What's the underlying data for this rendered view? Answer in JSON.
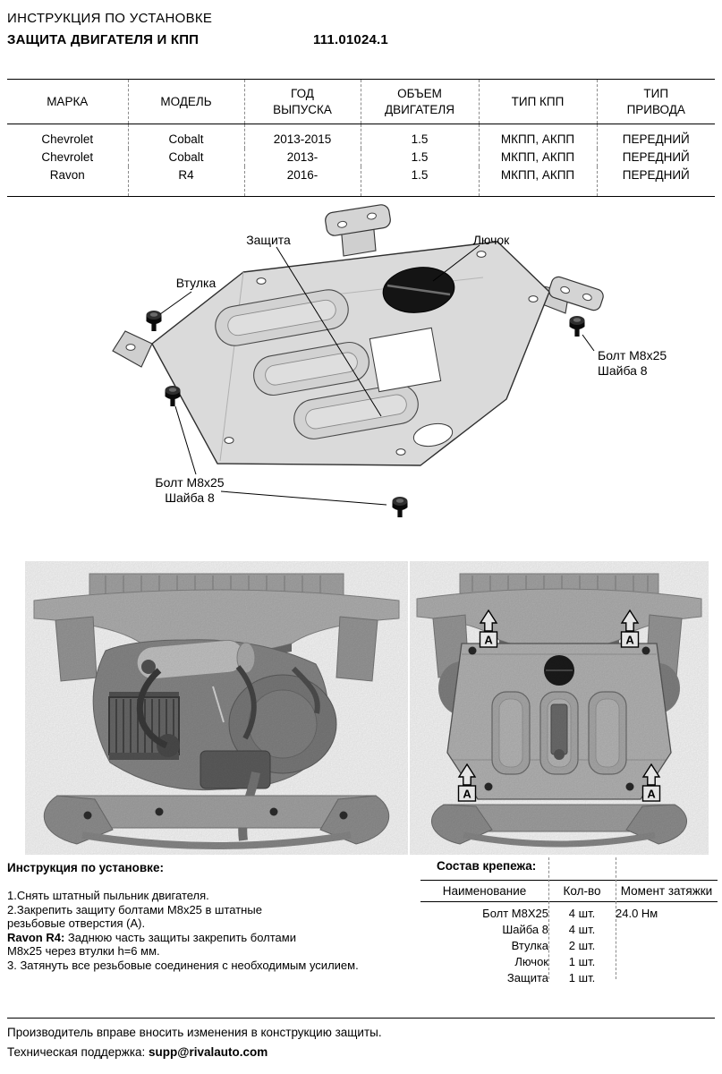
{
  "header": {
    "line1": "ИНСТРУКЦИЯ ПО УСТАНОВКЕ",
    "line2": "ЗАЩИТА ДВИГАТЕЛЯ И КПП",
    "part_number": "111.01024.1"
  },
  "fitment_table": {
    "headers": [
      "МАРКА",
      "МОДЕЛЬ",
      "ГОД\nВЫПУСКА",
      "ОБЪЕМ\nДВИГАТЕЛЯ",
      "ТИП КПП",
      "ТИП\nПРИВОДА"
    ],
    "rows": [
      [
        "Chevrolet",
        "Cobalt",
        "2013-2015",
        "1.5",
        "МКПП, АКПП",
        "ПЕРЕДНИЙ"
      ],
      [
        "Chevrolet",
        "Cobalt",
        "2013-",
        "1.5",
        "МКПП, АКПП",
        "ПЕРЕДНИЙ"
      ],
      [
        "Ravon",
        "R4",
        "2016-",
        "1.5",
        "МКПП, АКПП",
        "ПЕРЕДНИЙ"
      ]
    ]
  },
  "diagram": {
    "label_plate": "Защита",
    "label_hatch": "Лючок",
    "label_bushing": "Втулка",
    "bolt_right": {
      "line1": "Болт М8х25",
      "line2": "Шайба 8"
    },
    "bolt_bottom": {
      "line1": "Болт М8х25",
      "line2": "Шайба 8"
    }
  },
  "photos": {
    "marker_letter": "A"
  },
  "instructions": {
    "title": "Инструкция по установке:",
    "lines": [
      {
        "bold": "",
        "text": "1.Снять штатный пыльник двигателя."
      },
      {
        "bold": "",
        "text": "2.Закрепить защиту болтами М8х25 в штатные"
      },
      {
        "bold": "",
        "text": "резьбовые отверстия (А)."
      },
      {
        "bold": "Ravon R4:",
        "text": " Заднюю часть защиты закрепить болтами"
      },
      {
        "bold": "",
        "text": "М8х25 через втулки h=6 мм."
      },
      {
        "bold": "",
        "text": "3. Затянуть все резьбовые соединения с необходимым усилием."
      }
    ]
  },
  "hardware": {
    "title": "Состав крепежа:",
    "headers": [
      "Наименование",
      "Кол-во",
      "Момент затяжки"
    ],
    "rows": [
      {
        "name": "Болт М8Х25",
        "qty": "4 шт.",
        "torque": "24.0 Нм"
      },
      {
        "name": "Шайба 8",
        "qty": "4 шт.",
        "torque": ""
      },
      {
        "name": "Втулка",
        "qty": "2 шт.",
        "torque": ""
      },
      {
        "name": "Лючок",
        "qty": "1 шт.",
        "torque": ""
      },
      {
        "name": "Защита",
        "qty": "1 шт.",
        "torque": ""
      }
    ]
  },
  "footer": {
    "line1": "Производитель вправе вносить изменения в конструкцию защиты.",
    "line2_label": "Техническая поддержка: ",
    "line2_email": "supp@rivalauto.com"
  },
  "colors": {
    "text": "#000000",
    "plate_fill": "#dadada",
    "hatch_fill": "#141414"
  }
}
